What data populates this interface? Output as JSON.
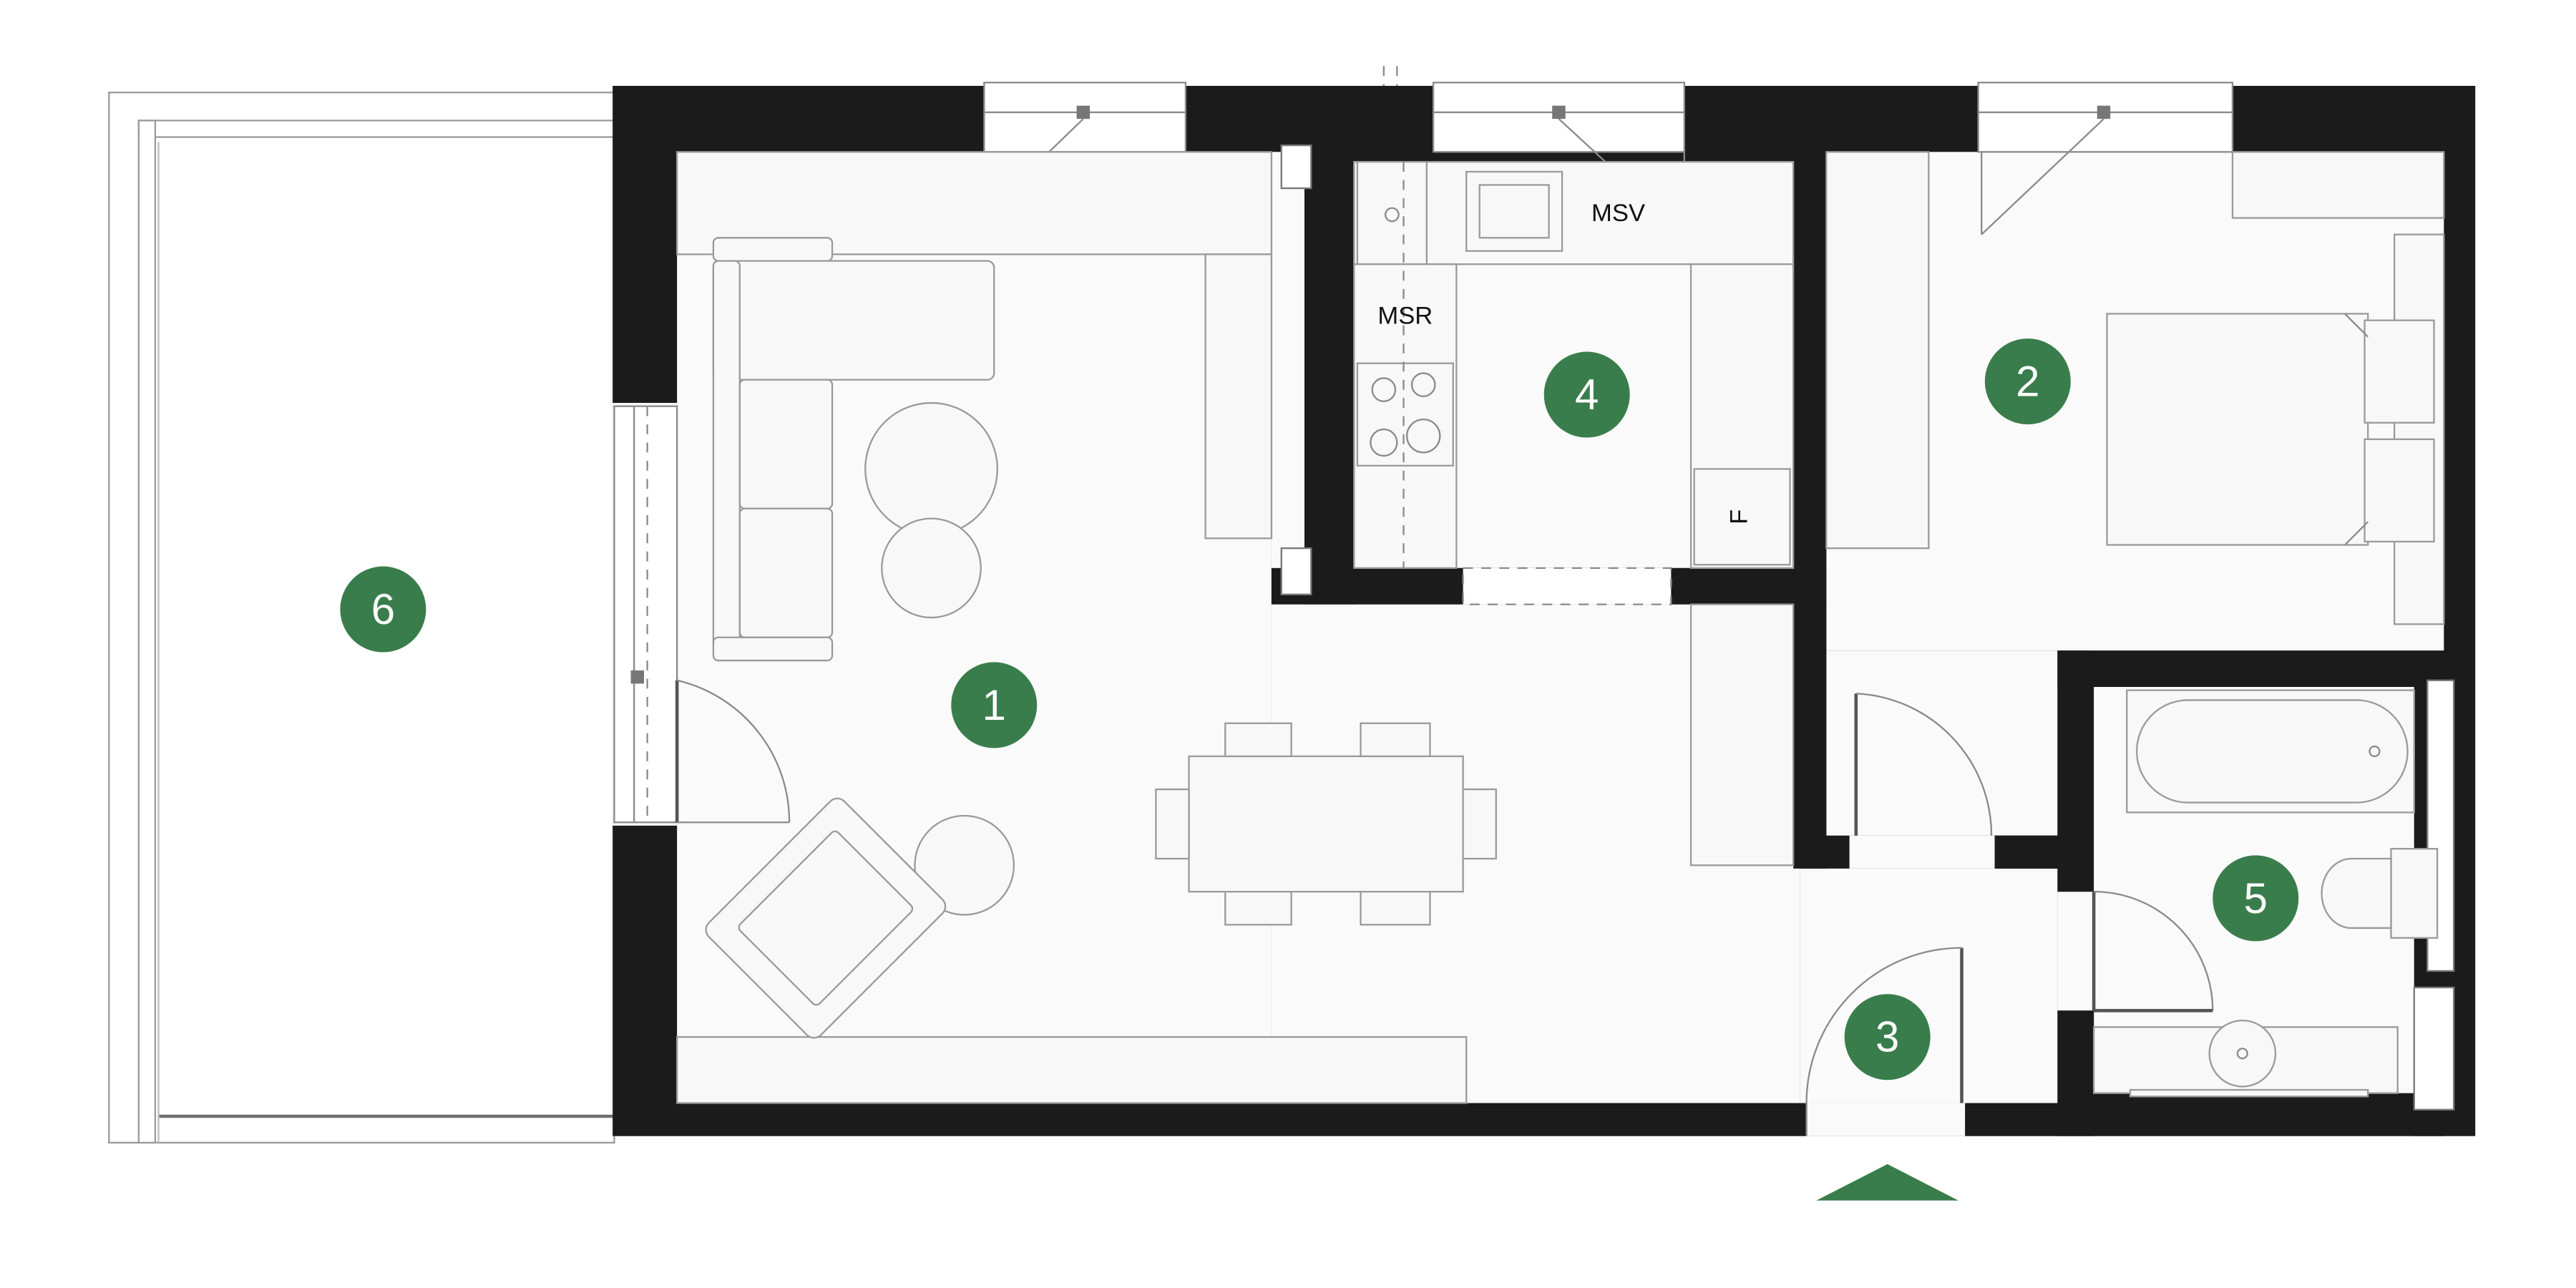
{
  "plan": {
    "colors": {
      "wall": "#1b1b1b",
      "floor": "#fafafa",
      "badge": "#3a7d4c",
      "badge_text": "#ffffff",
      "furniture_stroke": "#9a9a9a"
    },
    "rooms": [
      {
        "number": "1",
        "color": "#3a7d4c"
      },
      {
        "number": "2",
        "color": "#3a7d4c"
      },
      {
        "number": "3",
        "color": "#3a7d4c"
      },
      {
        "number": "4",
        "color": "#3a7d4c"
      },
      {
        "number": "5",
        "color": "#3a7d4c"
      },
      {
        "number": "6",
        "color": "#3a7d4c"
      }
    ],
    "fixture_labels": {
      "msv": "MSV",
      "msr": "MSR",
      "fridge": "F"
    },
    "entrance_marker": {
      "icon": "entrance-arrow-icon",
      "color": "#3a7d4c"
    }
  }
}
